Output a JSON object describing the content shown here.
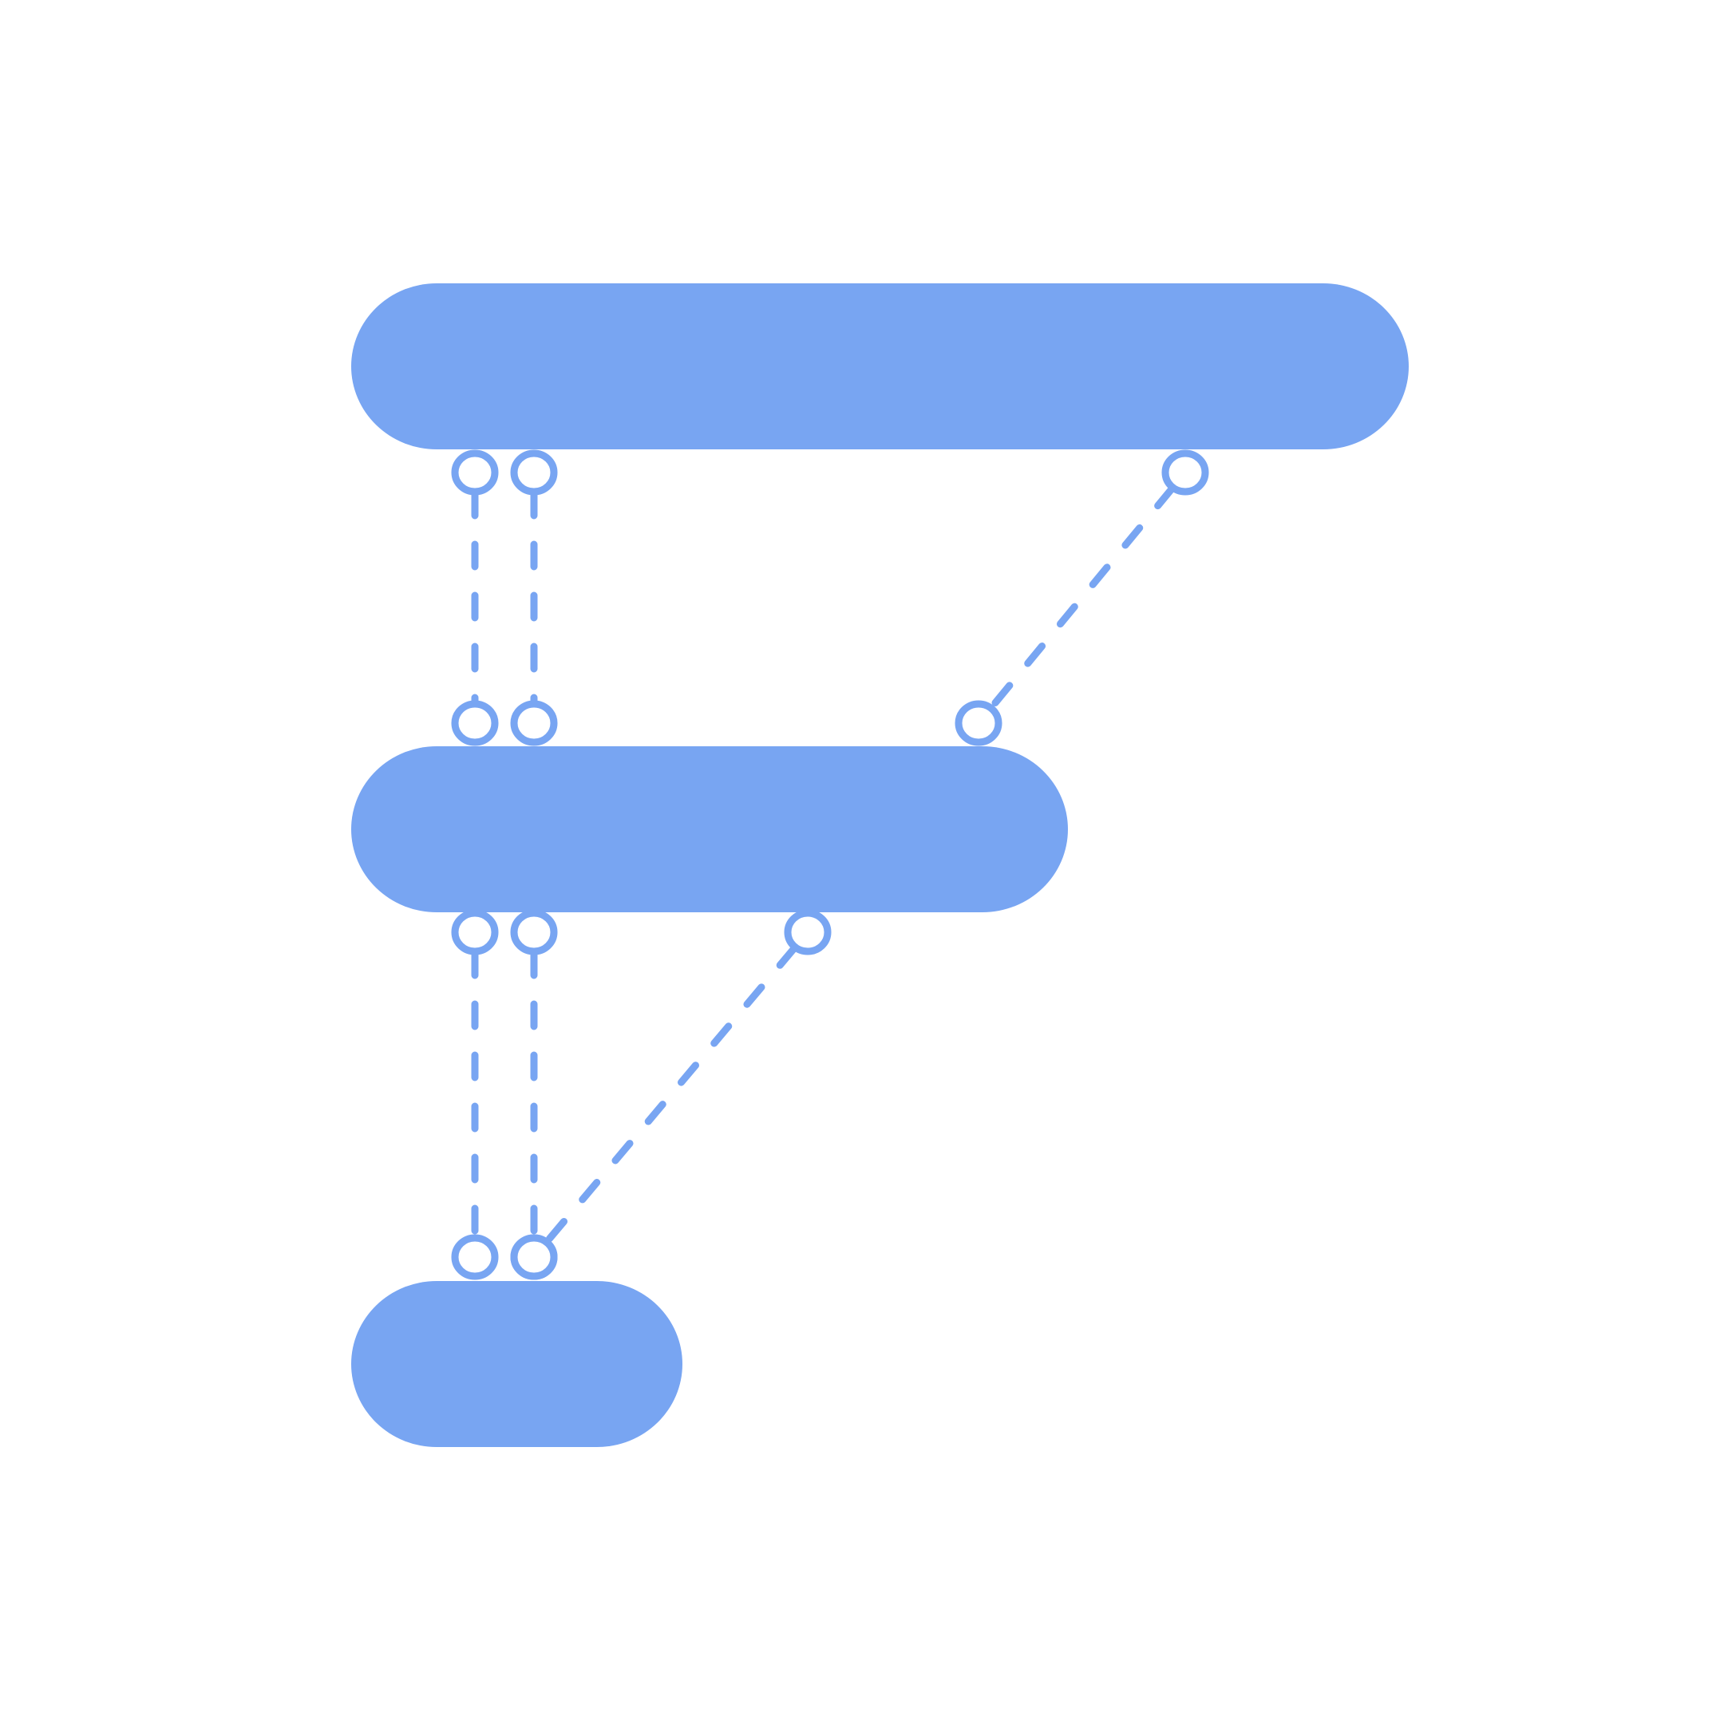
{
  "colors": {
    "background": "#ffffff",
    "accent": "#78A5F2"
  },
  "bars": [
    {
      "id": "bar-top"
    },
    {
      "id": "bar-middle"
    },
    {
      "id": "bar-bottom"
    }
  ],
  "connectors": [
    {
      "id": "link-top-middle-left",
      "from": "bar-top",
      "to": "bar-middle"
    },
    {
      "id": "link-top-middle-second",
      "from": "bar-top",
      "to": "bar-middle"
    },
    {
      "id": "link-top-middle-diagonal",
      "from": "bar-top",
      "to": "bar-middle"
    },
    {
      "id": "link-middle-bottom-left",
      "from": "bar-middle",
      "to": "bar-bottom"
    },
    {
      "id": "link-middle-bottom-second",
      "from": "bar-middle",
      "to": "bar-bottom"
    },
    {
      "id": "link-middle-bottom-diagonal",
      "from": "bar-middle",
      "to": "bar-bottom"
    }
  ]
}
